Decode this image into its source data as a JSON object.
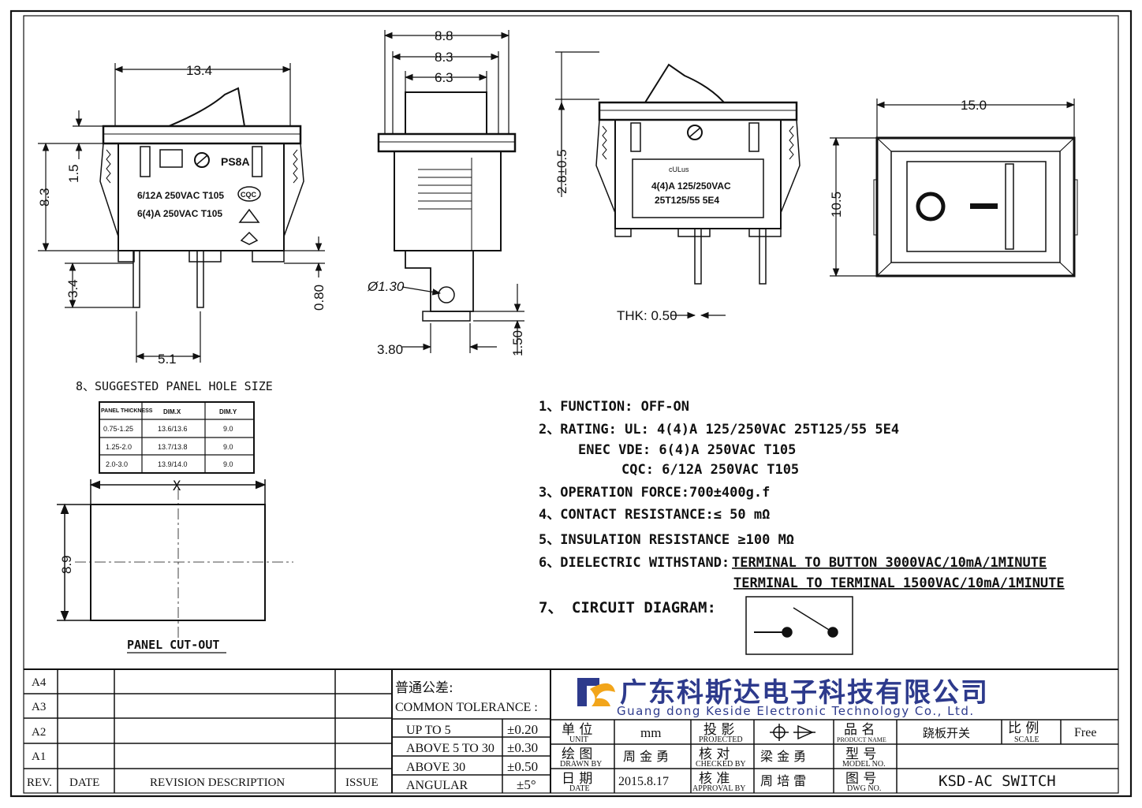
{
  "dimensions": {
    "front_width": "13.4",
    "front_height": "8.3",
    "front_flange": "1.5",
    "front_pin_len": "3.4",
    "front_pin_pitch": "5.1",
    "front_pin_thk": "0.80",
    "side_outer": "8.8",
    "side_mid": "8.3",
    "side_inner": "6.3",
    "side_hole": "Ø1.30",
    "side_pin": "3.80",
    "side_pin_len": "1.50",
    "rear_height": "2.8±0.5",
    "rear_thk": "THK: 0.50",
    "top_width": "15.0",
    "top_height": "10.5"
  },
  "front_label": {
    "model": "PS8A",
    "line1": "6/12A 250VAC  T105",
    "line2": "6(4)A 250VAC  T105",
    "cert1": "CQC"
  },
  "rear_label": {
    "mark": "cULus",
    "line1": "4(4)A  125/250VAC",
    "line2": "25T125/55 5E4"
  },
  "panel_hole": {
    "title": "8、SUGGESTED PANEL HOLE SIZE",
    "headers": [
      "PANEL THICKNESS",
      "DIM.X",
      "DIM.Y"
    ],
    "rows": [
      [
        "0.75-1.25",
        "13.6/13.6",
        "9.0"
      ],
      [
        "1.25-2.0",
        "13.7/13.8",
        "9.0"
      ],
      [
        "2.0-3.0",
        "13.9/14.0",
        "9.0"
      ]
    ],
    "x_label": "X",
    "y_dim": "8.9",
    "caption": "PANEL CUT-OUT"
  },
  "specs": {
    "function": "1、FUNCTION:  OFF-ON",
    "rating_ul": "2、RATING:   UL:  4(4)A 125/250VAC 25T125/55 5E4",
    "rating_enec": "ENEC VDE:  6(4)A 250VAC T105",
    "rating_cqc": "CQC:  6/12A 250VAC T105",
    "force": "3、OPERATION FORCE:700±400g.f",
    "contact": "4、CONTACT RESISTANCE:≤  50 mΩ",
    "insulation": "5、INSULATION RESISTANCE  ≥100 MΩ",
    "dielectric_label": "6、DIELECTRIC WITHSTAND:",
    "dielectric_1": "TERMINAL TO BUTTON 3000VAC/10mA/1MINUTE",
    "dielectric_2": "TERMINAL TO TERMINAL 1500VAC/10mA/1MINUTE",
    "circuit": "7、 CIRCUIT DIAGRAM:"
  },
  "title_block": {
    "rev_rows": [
      "A4",
      "A3",
      "A2",
      "A1"
    ],
    "rev_header": [
      "REV.",
      "DATE",
      "REVISION DESCRIPTION",
      "ISSUE"
    ],
    "tolerance_cn": "普通公差:",
    "tolerance_en": "COMMON TOLERANCE :",
    "tolerances": [
      [
        "UP TO 5",
        "±0.20"
      ],
      [
        "ABOVE 5 TO 30",
        "±0.30"
      ],
      [
        "ABOVE 30",
        "±0.50"
      ],
      [
        "ANGULAR",
        "±5°"
      ]
    ],
    "company_cn": "广东科斯达电子科技有限公司",
    "company_en": "Guang dong Keside  Electronic Technology Co., Ltd.",
    "unit_cn": "单 位",
    "unit_en": "UNIT",
    "unit_val": "mm",
    "proj_cn": "投 影",
    "proj_en": "PROJECTED",
    "pname_cn": "品 名",
    "pname_en": "PRODUCT NAME",
    "pname_val": "跷板开关",
    "scale_cn": "比 例",
    "scale_en": "SCALE",
    "scale_val": "Free",
    "drawn_cn": "绘 图",
    "drawn_en": "DRAWN BY",
    "drawn_val": "周 金 勇",
    "checked_cn": "核 对",
    "checked_en": "CHECKED BY",
    "checked_val": "梁 金 勇",
    "model_cn": "型 号",
    "model_en": "MODEL NO.",
    "date_cn": "日 期",
    "date_en": "DATE",
    "date_val": "2015.8.17",
    "approval_cn": "核 准",
    "approval_en": "APPROVAL BY",
    "approval_val": "周 培 雷",
    "dwg_cn": "图 号",
    "dwg_en": "DWG NO.",
    "dwg_val": "KSD-AC SWITCH"
  }
}
